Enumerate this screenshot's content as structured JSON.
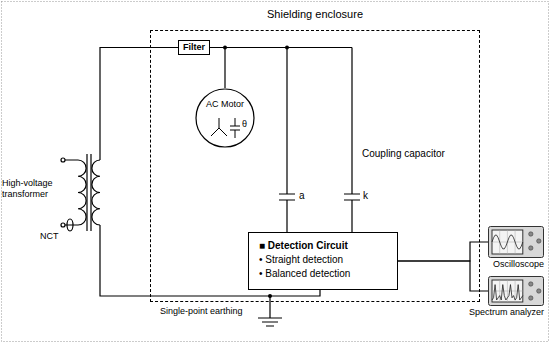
{
  "diagram": {
    "nodes": [
      {
        "text": [
          "Shielding enclosure"
        ]
      },
      {
        "text": [
          "Filter"
        ],
        "in": 0
      },
      {
        "text": [
          "AC Motor"
        ],
        "in": 0
      },
      {
        "text": [
          "■ Detection Circuit",
          "• Straight detection",
          "• Balanced detection"
        ],
        "in": 0
      },
      {
        "text": [
          "Oscilloscope"
        ]
      },
      {
        "text": [
          "Spectrum analyzer"
        ]
      }
    ],
    "edges": [
      {
        "from": 1,
        "to": 2,
        "arrow": "none"
      },
      {
        "from": 3,
        "to": 4,
        "arrow": "none"
      },
      {
        "from": 3,
        "to": 5,
        "arrow": "none"
      }
    ],
    "labels": [
      "θ",
      "a",
      "k",
      "Coupling capacitor",
      "High-voltage transformer",
      "NCT",
      "Single-point earthing"
    ]
  }
}
